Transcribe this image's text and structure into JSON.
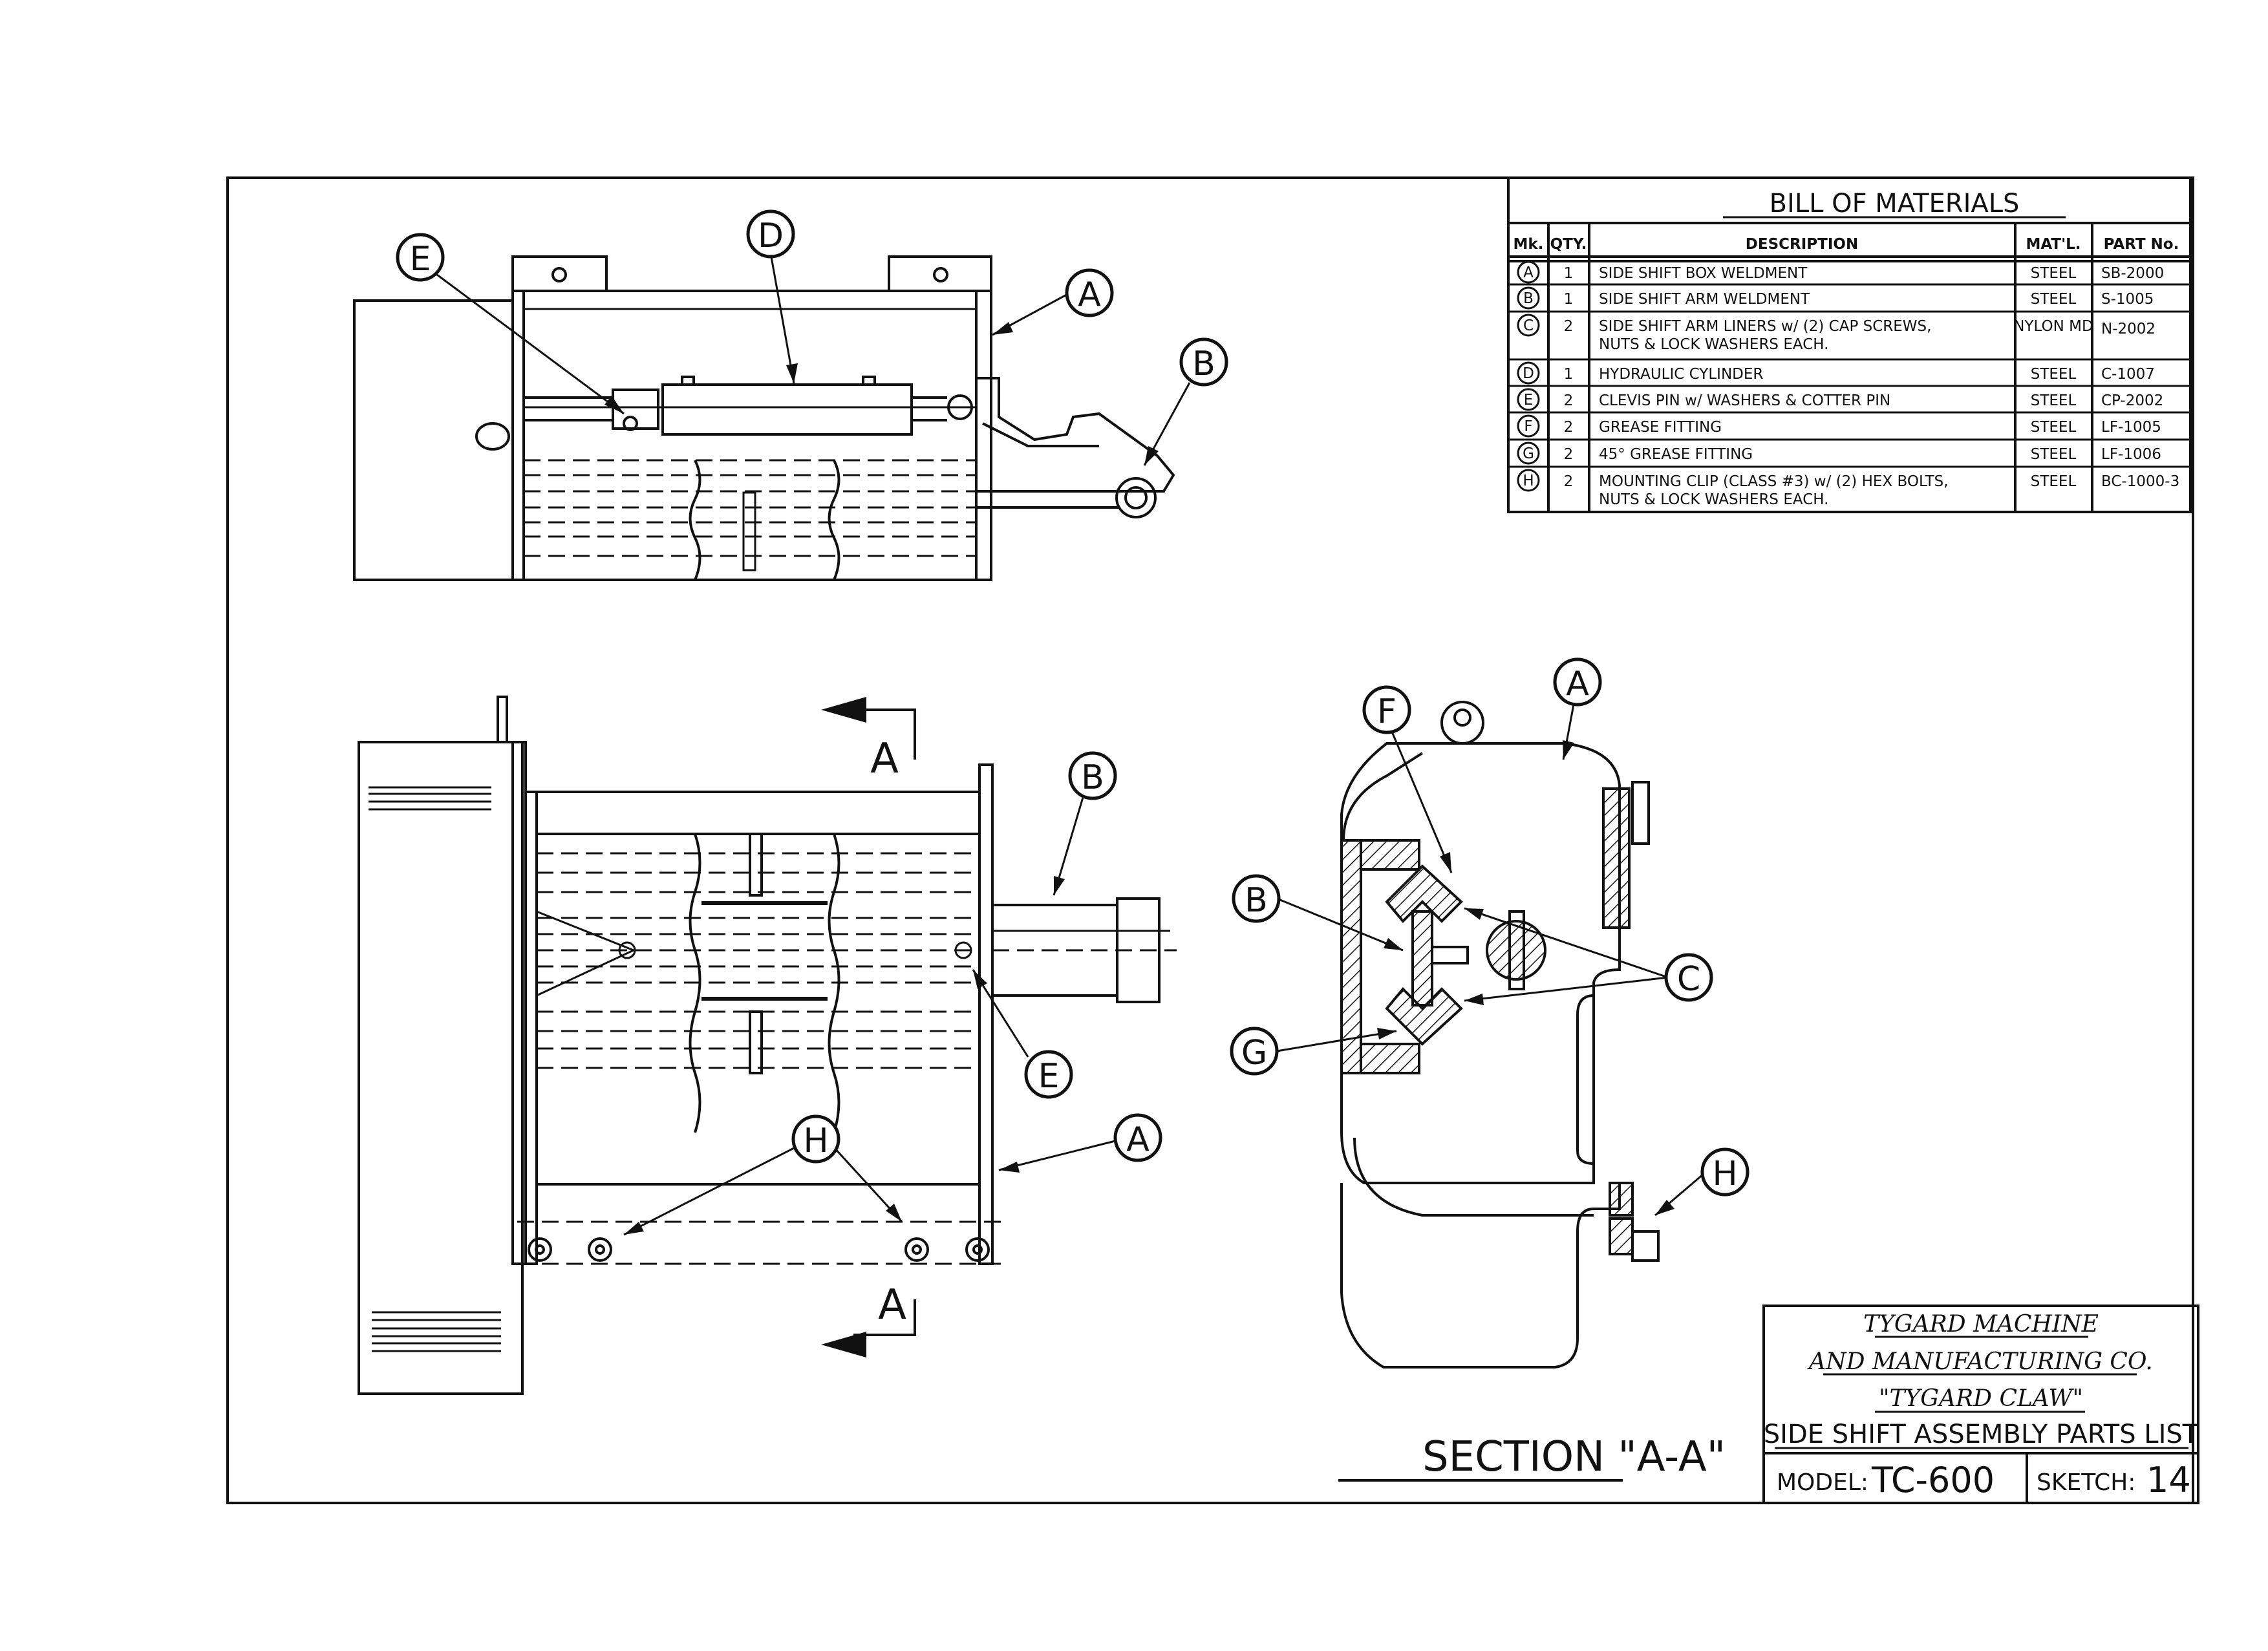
{
  "bill_of_materials": {
    "title": "BILL OF MATERIALS",
    "headers": {
      "mk": "Mk.",
      "qty": "QTY.",
      "description": "DESCRIPTION",
      "material": "MAT'L.",
      "part_no": "PART No."
    },
    "rows": [
      {
        "mk": "A",
        "qty": "1",
        "desc1": "SIDE SHIFT BOX WELDMENT",
        "desc2": "",
        "material": "STEEL",
        "part_no": "SB-2000"
      },
      {
        "mk": "B",
        "qty": "1",
        "desc1": "SIDE SHIFT ARM WELDMENT",
        "desc2": "",
        "material": "STEEL",
        "part_no": "S-1005"
      },
      {
        "mk": "C",
        "qty": "2",
        "desc1": "SIDE SHIFT ARM LINERS w/ (2) CAP SCREWS,",
        "desc2": "NUTS & LOCK WASHERS EACH.",
        "material": "NYLON MD",
        "part_no": "N-2002"
      },
      {
        "mk": "D",
        "qty": "1",
        "desc1": "HYDRAULIC CYLINDER",
        "desc2": "",
        "material": "STEEL",
        "part_no": "C-1007"
      },
      {
        "mk": "E",
        "qty": "2",
        "desc1": "CLEVIS PIN w/ WASHERS & COTTER PIN",
        "desc2": "",
        "material": "STEEL",
        "part_no": "CP-2002"
      },
      {
        "mk": "F",
        "qty": "2",
        "desc1": "GREASE FITTING",
        "desc2": "",
        "material": "STEEL",
        "part_no": "LF-1005"
      },
      {
        "mk": "G",
        "qty": "2",
        "desc1": "45° GREASE FITTING",
        "desc2": "",
        "material": "STEEL",
        "part_no": "LF-1006"
      },
      {
        "mk": "H",
        "qty": "2",
        "desc1": "MOUNTING  CLIP (CLASS #3) w/ (2) HEX BOLTS,",
        "desc2": "NUTS & LOCK WASHERS EACH.",
        "material": "STEEL",
        "part_no": "BC-1000-3"
      }
    ]
  },
  "title_block": {
    "company_line1": "TYGARD MACHINE",
    "company_line2": "AND MANUFACTURING CO.",
    "product": "\"TYGARD CLAW\"",
    "sheet_title": "SIDE SHIFT ASSEMBLY PARTS LIST",
    "model_label": "MODEL:",
    "model_value": "TC-600",
    "sketch_label": "SKETCH:",
    "sketch_value": "14"
  },
  "section_label": "SECTION \"A-A\"",
  "section_arrow_label": "A",
  "callouts": {
    "top_view": [
      "E",
      "D",
      "A",
      "B"
    ],
    "front_view": [
      "B",
      "E",
      "A",
      "H"
    ],
    "section_view": [
      "F",
      "A",
      "B",
      "C",
      "G",
      "H"
    ]
  }
}
